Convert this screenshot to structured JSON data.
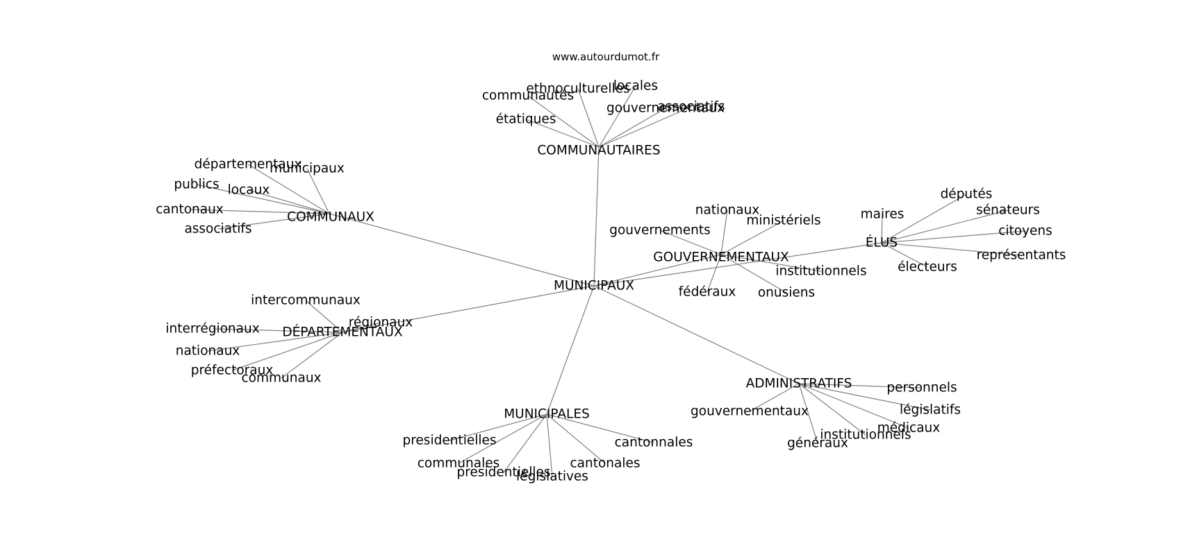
{
  "site": "www.autourdumot.fr",
  "center": "MUNICIPAUX",
  "clusters": [
    {
      "hub": "COMMUNAUTAIRES",
      "leaves": [
        "communautés",
        "ethnoculturelles",
        "locales",
        "étatiques",
        "gouvernementaux",
        "associatifs"
      ]
    },
    {
      "hub": "COMMUNAUX",
      "leaves": [
        "départementaux",
        "municipaux",
        "publics",
        "locaux",
        "cantonaux",
        "associatifs"
      ]
    },
    {
      "hub": "GOUVERNEMENTAUX",
      "leaves": [
        "nationaux",
        "ministériels",
        "gouvernements",
        "institutionnels",
        "fédéraux",
        "onusiens"
      ]
    },
    {
      "hub": "ÉLUS",
      "leaves": [
        "députés",
        "maires",
        "sénateurs",
        "citoyens",
        "représentants",
        "électeurs"
      ]
    },
    {
      "hub": "DÉPARTEMENTAUX",
      "leaves": [
        "intercommunaux",
        "régionaux",
        "interrégionaux",
        "nationaux",
        "préfectoraux",
        "communaux"
      ]
    },
    {
      "hub": "ADMINISTRATIFS",
      "leaves": [
        "personnels",
        "gouvernementaux",
        "législatifs",
        "médicaux",
        "institutionnels",
        "généraux"
      ]
    },
    {
      "hub": "MUNICIPALES",
      "leaves": [
        "presidentielles",
        "cantonnales",
        "communales",
        "cantonales",
        "presidentielles",
        "législatives"
      ]
    }
  ]
}
